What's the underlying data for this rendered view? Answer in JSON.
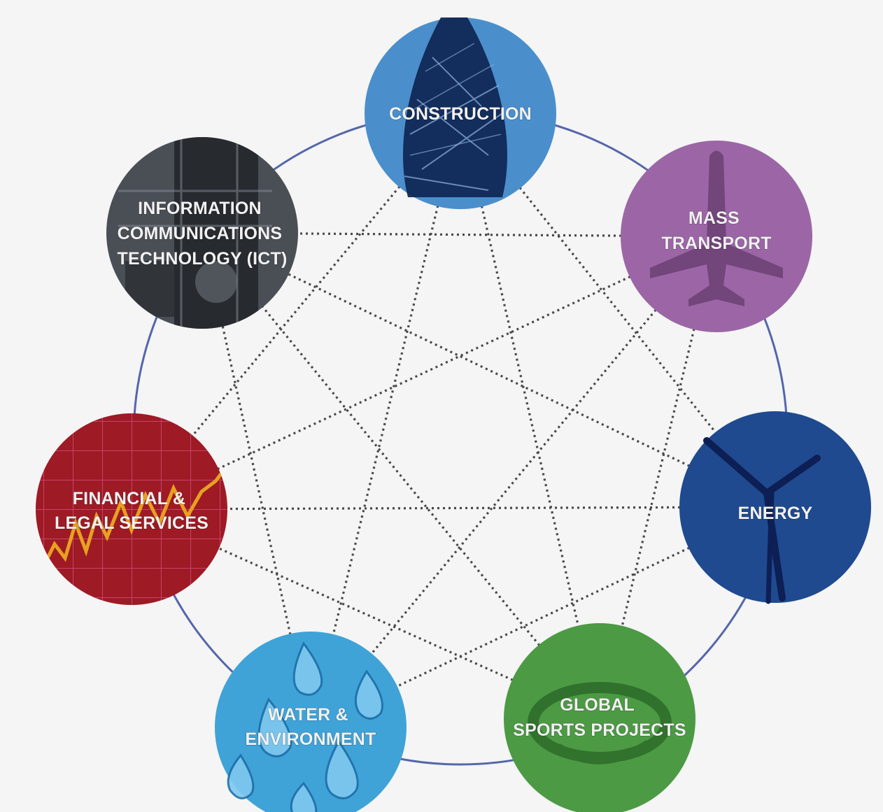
{
  "nodes": [
    {
      "id": "construction",
      "lines": [
        "CONSTRUCTION"
      ],
      "color": "#4a8fcc",
      "icon": "skyscraper-icon"
    },
    {
      "id": "mass-transport",
      "lines": [
        "MASS",
        "TRANSPORT"
      ],
      "color": "#9c66a6",
      "icon": "airplane-icon"
    },
    {
      "id": "energy",
      "lines": [
        "ENERGY"
      ],
      "color": "#1f4a90",
      "icon": "wind-turbine-icon"
    },
    {
      "id": "global-sports",
      "lines": [
        "GLOBAL",
        "SPORTS PROJECTS"
      ],
      "color": "#4d9a45",
      "icon": "stadium-icon"
    },
    {
      "id": "water-environment",
      "lines": [
        "WATER &",
        "ENVIRONMENT"
      ],
      "color": "#3fa3d8",
      "icon": "water-drops-icon"
    },
    {
      "id": "financial-legal",
      "lines": [
        "FINANCIAL &",
        "LEGAL SERVICES"
      ],
      "color": "#9e1a24",
      "icon": "stock-chart-icon"
    },
    {
      "id": "ict",
      "lines": [
        "INFORMATION",
        "COMMUNICATIONS",
        "TECHNOLOGY (ICT)"
      ],
      "color": "#4a4f56",
      "icon": "network-equipment-icon"
    }
  ],
  "colors": {
    "ring": "#5566aa",
    "connector": "#4a4a4a",
    "background": "#f4f5f4"
  },
  "connection_pattern": "heptagram {7/2} and {7/3} dotted links between all non-adjacent nodes"
}
